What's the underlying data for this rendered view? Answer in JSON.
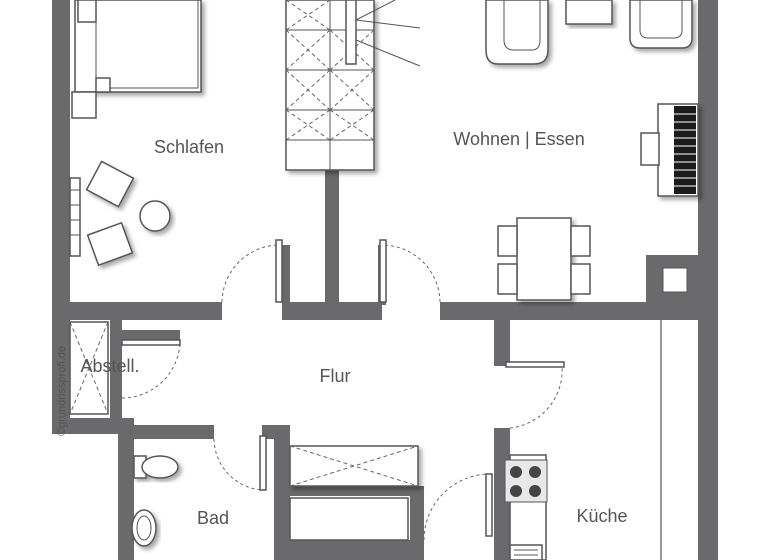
{
  "rooms": {
    "schlafen": "Schlafen",
    "wohnen": "Wohnen | Essen",
    "flur": "Flur",
    "abstell": "Abstell.",
    "bad": "Bad",
    "kueche": "Küche"
  },
  "watermark": "©grundrissprofi.de",
  "colors": {
    "wall": "#6a6a6c",
    "fixture_line": "#555555",
    "background": "#ffffff"
  }
}
